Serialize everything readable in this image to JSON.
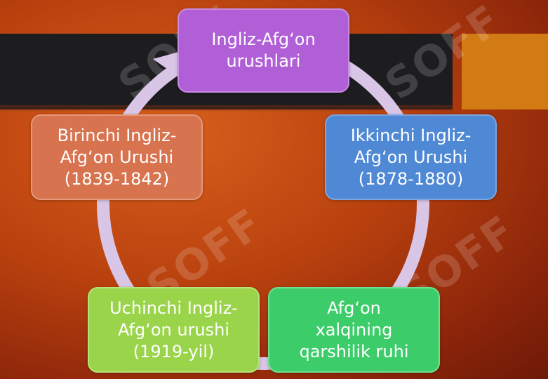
{
  "diagram": {
    "type": "cycle",
    "center_node": {
      "label": "Ingliz-Afg‘on\nurushlari",
      "color": "#b05fd6"
    },
    "nodes": [
      {
        "label": "Ikkinchi Ingliz-\nAfg‘on Urushi\n(1878-1880)",
        "color": "#4f88d4"
      },
      {
        "label": "Afg‘on\nxalqining\nqarshilik ruhi",
        "color": "#3ccd6a"
      },
      {
        "label": "Uchinchi Ingliz-\nAfg‘on urushi\n(1919-yil)",
        "color": "#9ad44a"
      },
      {
        "label": "Birinchi Ingliz-\nAfg‘on Urushi\n(1839-1842)",
        "color": "#d8734f"
      }
    ],
    "ring_color": "#d9c6e6"
  },
  "watermark": {
    "text": "SOFF"
  }
}
